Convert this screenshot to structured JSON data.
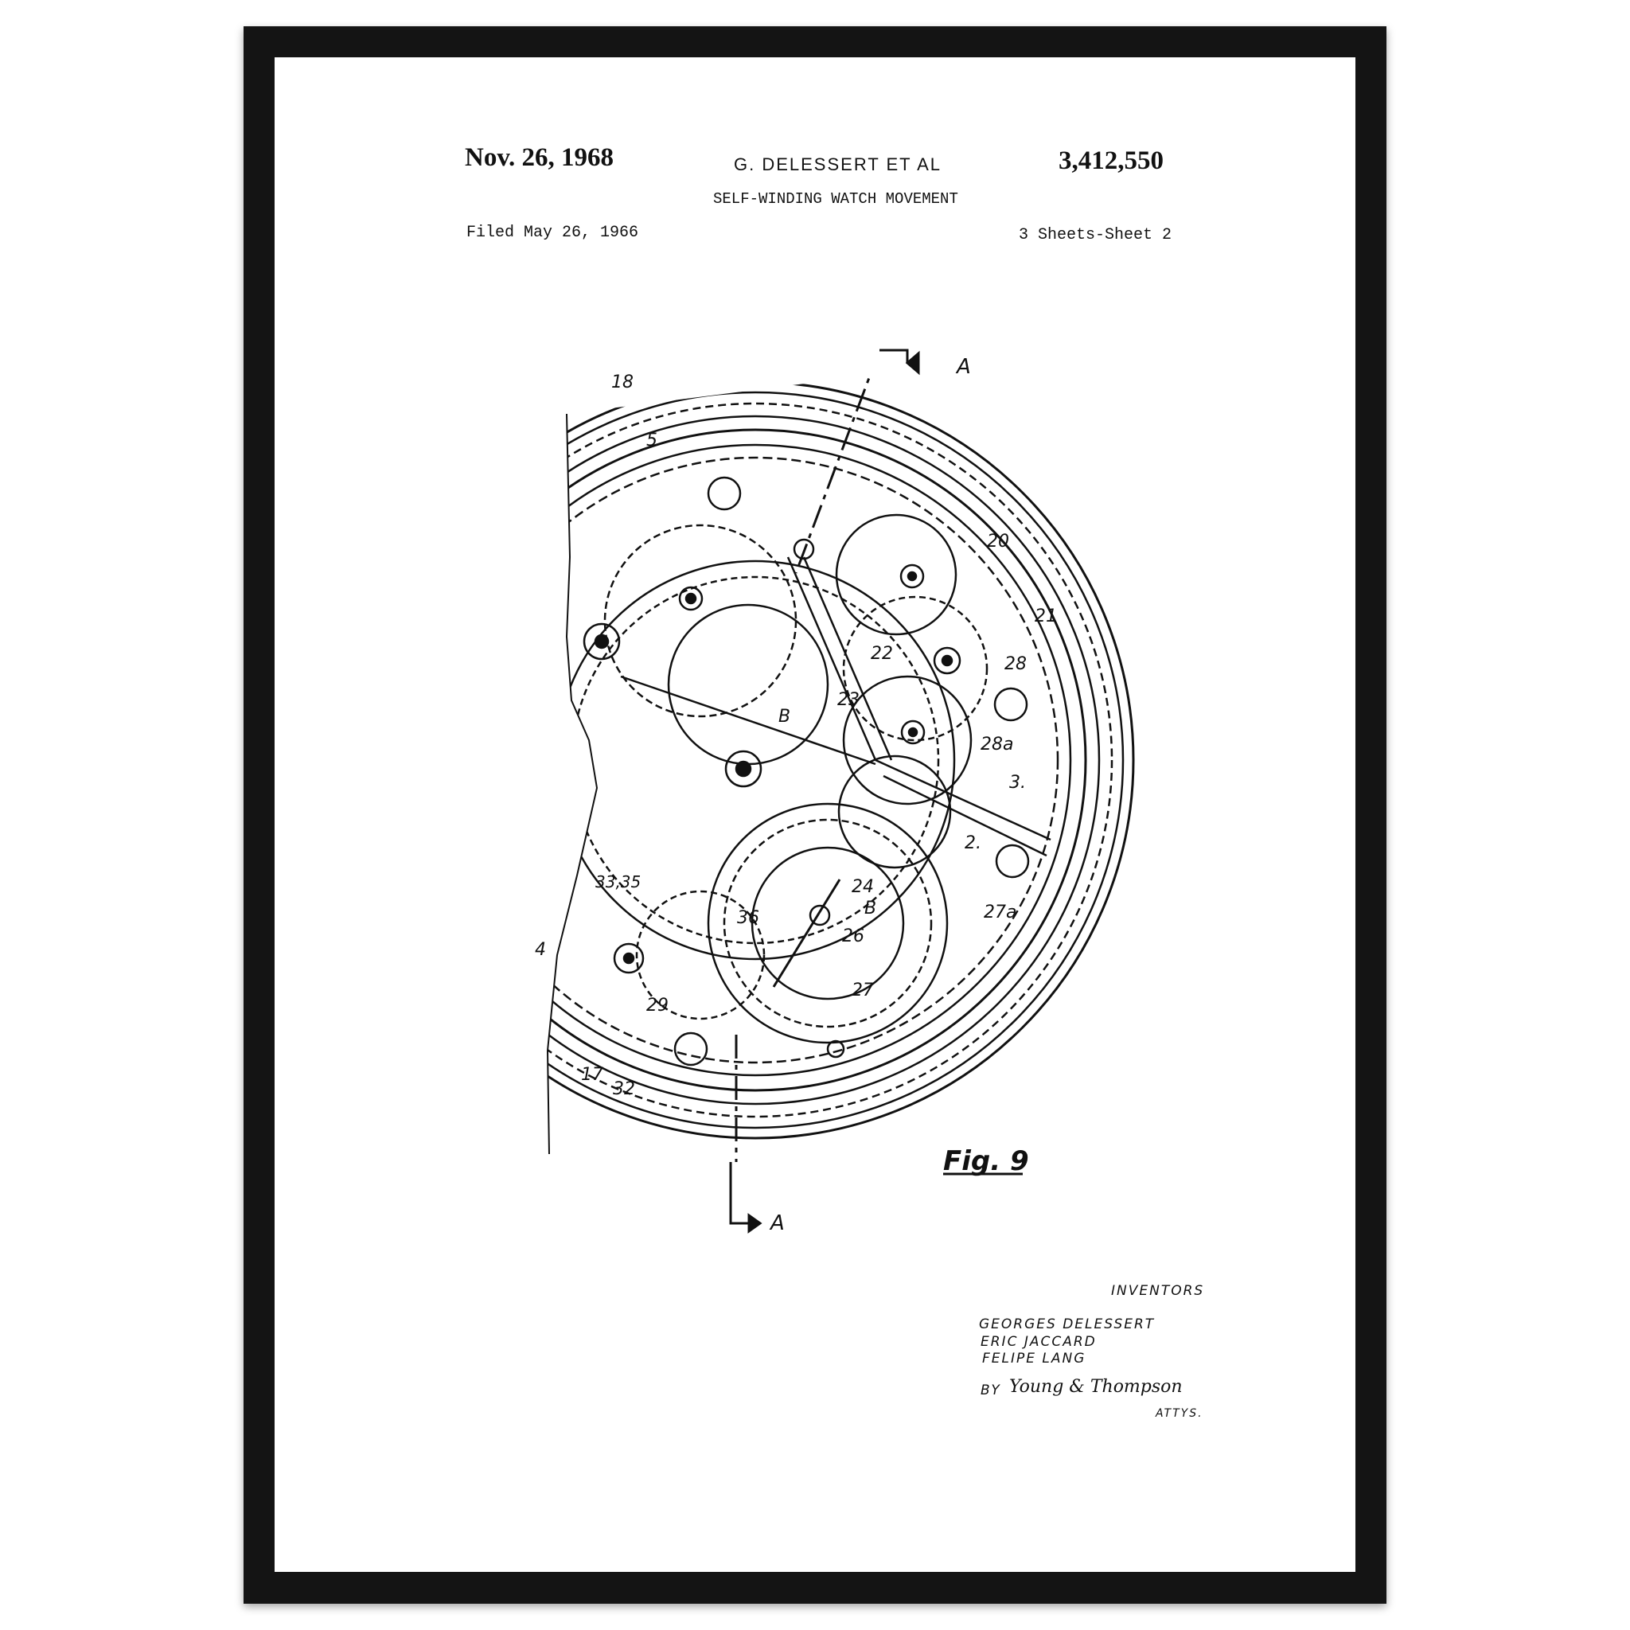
{
  "header": {
    "date": "Nov. 26, 1968",
    "inventor_short": "G. DELESSERT ET AL",
    "patent_number": "3,412,550",
    "title": "SELF-WINDING WATCH MOVEMENT",
    "filed": "Filed May 26, 1966",
    "sheets": "3 Sheets-Sheet 2"
  },
  "figure": {
    "caption": "Fig. 9",
    "section_top": "A",
    "section_bottom": "A",
    "labels": {
      "l18": "18",
      "l5": "5",
      "l20": "20",
      "l21": "21",
      "l22": "22",
      "l28": "28",
      "l23": "23",
      "lB1": "B",
      "l28a": "28a",
      "l3": "3.",
      "l2": "2.",
      "l24": "24",
      "lB2": "B",
      "l26": "26",
      "l27a": "27a",
      "l27": "27",
      "l36": "36",
      "l3335": "33,35",
      "l4": "4",
      "l29": "29",
      "l17": "17",
      "l32": "32"
    }
  },
  "inventors": {
    "heading": "Inventors",
    "names": [
      "Georges Delessert",
      "Eric Jaccard",
      "Felipe Lang"
    ],
    "by": "By",
    "attorney_signature": "Young & Thompson",
    "attys": "Attys."
  }
}
